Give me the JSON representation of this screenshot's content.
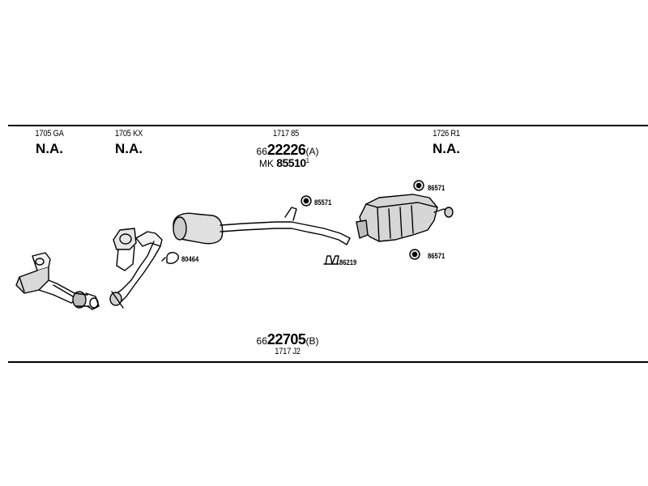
{
  "header_rule": true,
  "sections": [
    {
      "code": "1705 GA",
      "status": "N.A."
    },
    {
      "code": "1705 KX",
      "status": "N.A."
    },
    {
      "code": "1717 85",
      "part_prefix": "66",
      "part_main": "22226",
      "part_suffix": "(A)",
      "sub_prefix": "MK",
      "sub_number": "85510",
      "sub_note": "1"
    },
    {
      "code": "1726 R1",
      "status": "N.A."
    }
  ],
  "fitting_labels": {
    "clamp_left": "80464",
    "clip_front": "85571",
    "hanger": "86219",
    "clip_rear_top": "86571",
    "clip_rear_bottom": "86571"
  },
  "footer": {
    "part_prefix": "66",
    "part_main": "22705",
    "part_suffix": "(B)",
    "code": "1717 J2"
  }
}
